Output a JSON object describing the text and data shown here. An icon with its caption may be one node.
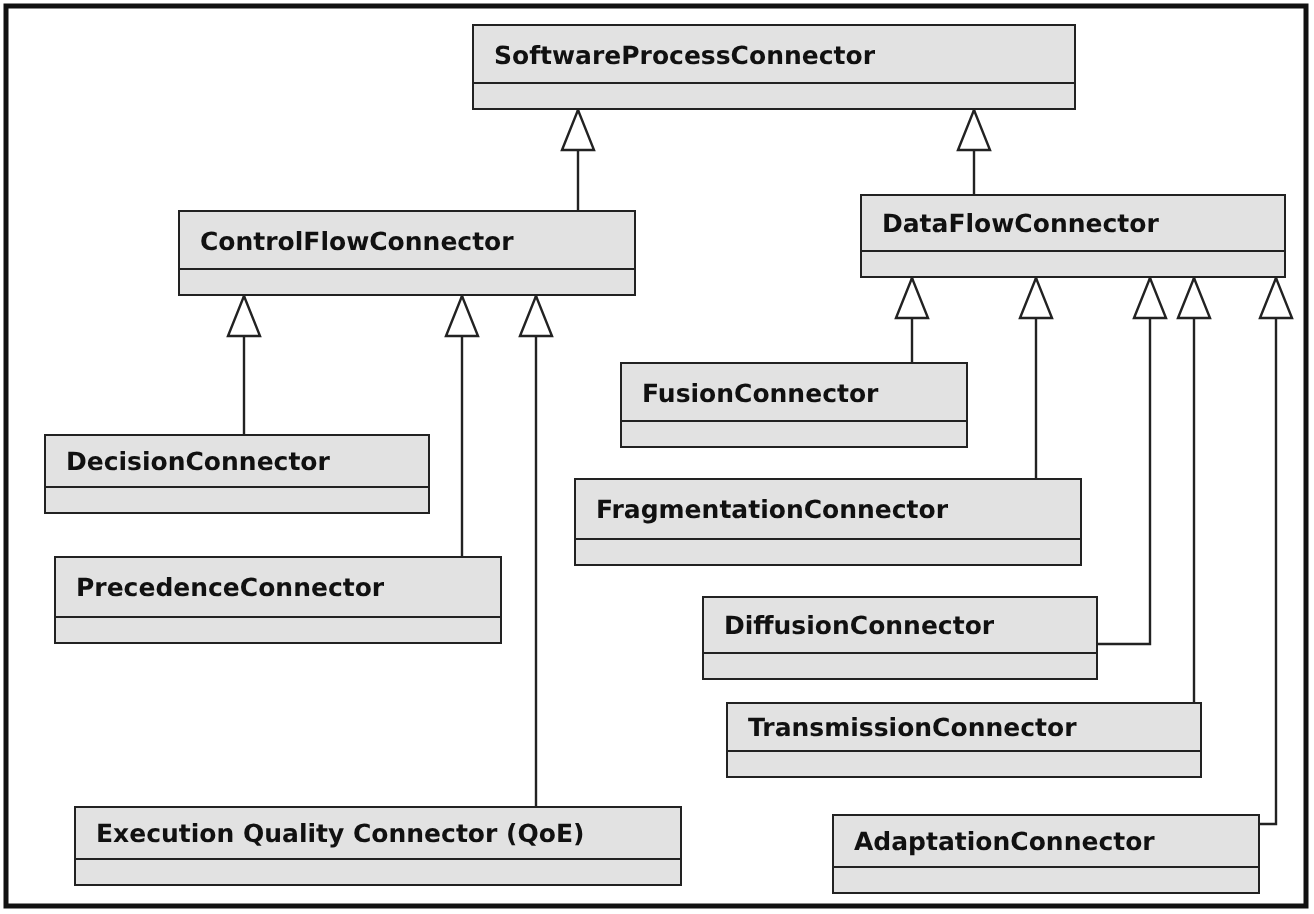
{
  "diagram": {
    "nodes": [
      {
        "text": [
          "SoftwareProcessConnector"
        ]
      },
      {
        "text": [
          "ControlFlowConnector"
        ]
      },
      {
        "text": [
          "DataFlowConnector"
        ]
      },
      {
        "text": [
          "DecisionConnector"
        ]
      },
      {
        "text": [
          "PrecedenceConnector"
        ]
      },
      {
        "text": [
          "Execution Quality Connector (QoE)"
        ]
      },
      {
        "text": [
          "FusionConnector"
        ]
      },
      {
        "text": [
          "FragmentationConnector"
        ]
      },
      {
        "text": [
          "DiffusionConnector"
        ]
      },
      {
        "text": [
          "TransmissionConnector"
        ]
      },
      {
        "text": [
          "AdaptationConnector"
        ]
      }
    ],
    "edges": [
      {
        "from": 1,
        "to": 0,
        "arrow": "to"
      },
      {
        "from": 2,
        "to": 0,
        "arrow": "to"
      },
      {
        "from": 3,
        "to": 1,
        "arrow": "to"
      },
      {
        "from": 4,
        "to": 1,
        "arrow": "to"
      },
      {
        "from": 5,
        "to": 1,
        "arrow": "to"
      },
      {
        "from": 6,
        "to": 2,
        "arrow": "to"
      },
      {
        "from": 7,
        "to": 2,
        "arrow": "to"
      },
      {
        "from": 8,
        "to": 2,
        "arrow": "to"
      },
      {
        "from": 9,
        "to": 2,
        "arrow": "to"
      },
      {
        "from": 10,
        "to": 2,
        "arrow": "to"
      }
    ]
  }
}
